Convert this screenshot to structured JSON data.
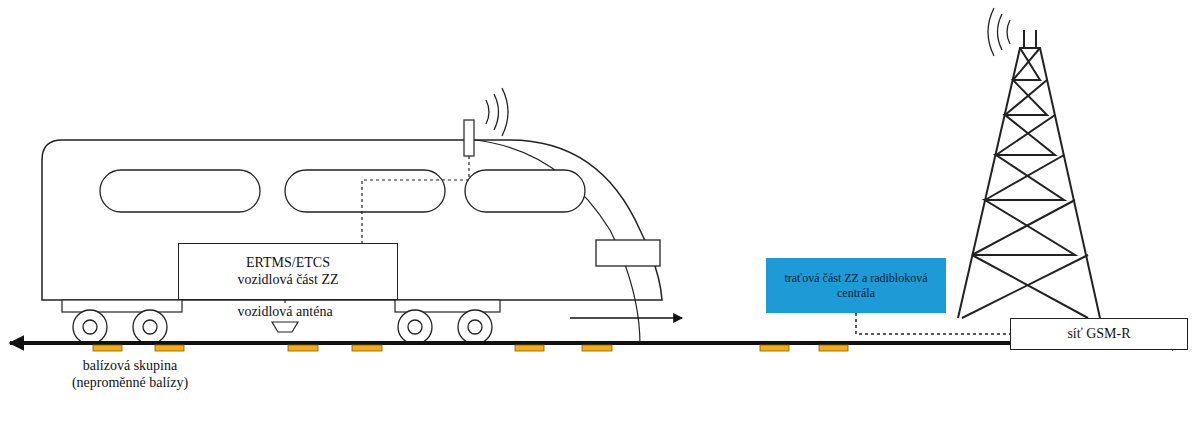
{
  "diagram": {
    "nodes": [
      {
        "text": [
          "ERTMS/ETCS vozidlová část ZZ"
        ]
      },
      {
        "text": [
          "traťová část ZZ a radibloková centrála"
        ]
      },
      {
        "text": [
          "síť GSM-R"
        ]
      }
    ],
    "edges": [
      {
        "from": 1,
        "to": 2,
        "arrow": "none"
      }
    ],
    "labels": [
      "vozidlová anténa",
      "balízová skupina (neproměnné balízy)"
    ]
  }
}
